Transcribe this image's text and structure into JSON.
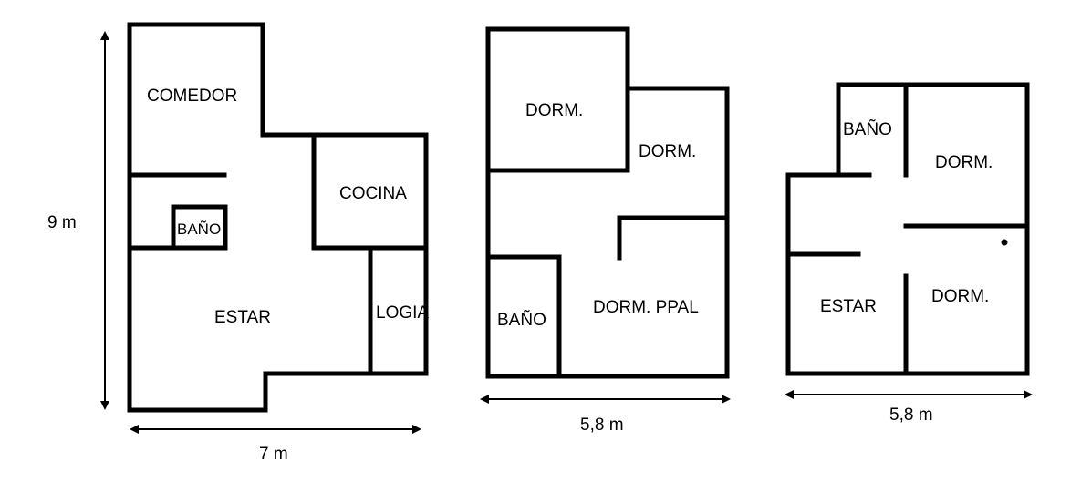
{
  "plan1": {
    "rooms": {
      "comedor": "COMEDOR",
      "bano": "BAÑO",
      "cocina": "COCINA",
      "estar": "ESTAR",
      "logia": "LOGIA"
    },
    "dim_height": "9 m",
    "dim_width": "7 m"
  },
  "plan2": {
    "rooms": {
      "dorm1": "DORM.",
      "dorm2": "DORM.",
      "bano": "BAÑO",
      "dorm_ppal": "DORM. PPAL"
    },
    "dim_width": "5,8 m"
  },
  "plan3": {
    "rooms": {
      "bano": "BAÑO",
      "dorm1": "DORM.",
      "estar": "ESTAR",
      "dorm2": "DORM."
    },
    "dim_width": "5,8 m"
  }
}
